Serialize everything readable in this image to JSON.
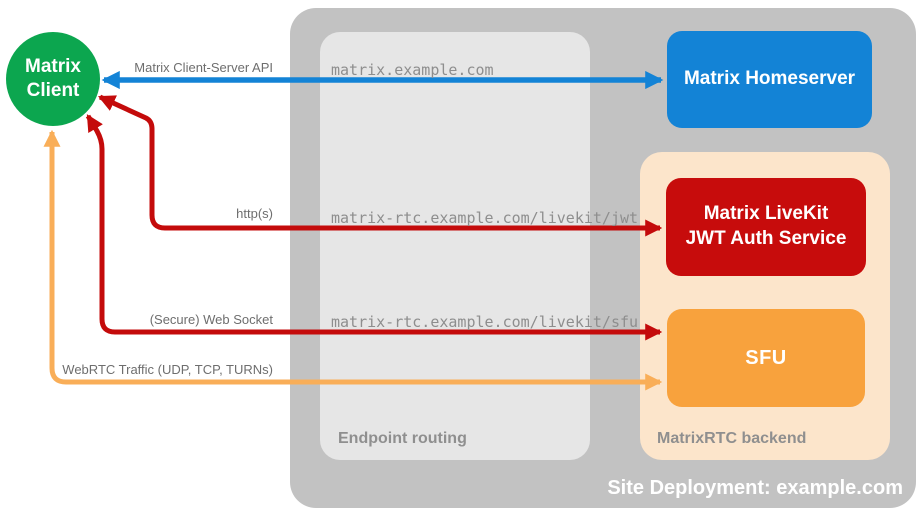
{
  "title": "Site Deployment: example.com",
  "nodes": {
    "client": {
      "label": "Matrix Client"
    },
    "homeserver": {
      "label": "Matrix Homeserver"
    },
    "jwt": {
      "line1": "Matrix LiveKit",
      "line2": "JWT Auth Service"
    },
    "sfu": {
      "label": "SFU"
    }
  },
  "groups": {
    "endpoint_routing": {
      "label": "Endpoint routing"
    },
    "matrixrtc_backend": {
      "label": "MatrixRTC backend"
    }
  },
  "endpoints": {
    "homeserver": "matrix.example.com",
    "jwt": "matrix-rtc.example.com/livekit/jwt",
    "sfu": "matrix-rtc.example.com/livekit/sfu"
  },
  "arrows": {
    "client_server_api": {
      "label": "Matrix Client-Server API",
      "color": "#1383d6"
    },
    "https": {
      "label": "http(s)",
      "color": "#c40b0b"
    },
    "websocket": {
      "label": "(Secure) Web Socket",
      "color": "#c40b0b"
    },
    "webrtc": {
      "label": "WebRTC Traffic (UDP, TCP, TURNs)",
      "color": "#f9ae58"
    }
  },
  "colors": {
    "client_green": "#0ca64f",
    "homeserver_blue": "#1383d6",
    "jwt_red": "#c70c0c",
    "sfu_orange": "#f8a23d",
    "backend_peach": "#fce5cb",
    "container_gray": "#c2c2c2",
    "routing_gray": "#e6e6e6",
    "arrow_red": "#c40b0b",
    "arrow_orange": "#f9ae58",
    "label_gray": "#6e6e6e"
  }
}
